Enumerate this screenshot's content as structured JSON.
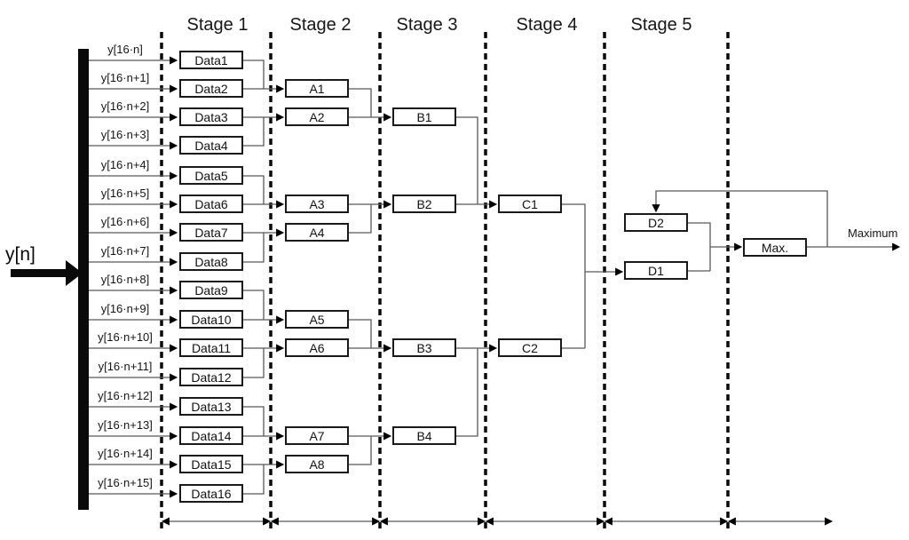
{
  "input_signal_label": "y[n]",
  "output_label": "Maximum",
  "max_label": "Max.",
  "stage_labels": [
    "Stage 1",
    "Stage 2",
    "Stage 3",
    "Stage 4",
    "Stage 5"
  ],
  "input_labels": [
    "y[16·n]",
    "y[16·n+1]",
    "y[16·n+2]",
    "y[16·n+3]",
    "y[16·n+4]",
    "y[16·n+5]",
    "y[16·n+6]",
    "y[16·n+7]",
    "y[16·n+8]",
    "y[16·n+9]",
    "y[16·n+10]",
    "y[16·n+11]",
    "y[16·n+12]",
    "y[16·n+13]",
    "y[16·n+14]",
    "y[16·n+15]"
  ],
  "data_labels": [
    "Data1",
    "Data2",
    "Data3",
    "Data4",
    "Data5",
    "Data6",
    "Data7",
    "Data8",
    "Data9",
    "Data10",
    "Data11",
    "Data12",
    "Data13",
    "Data14",
    "Data15",
    "Data16"
  ],
  "a_labels": [
    "A1",
    "A2",
    "A3",
    "A4",
    "A5",
    "A6",
    "A7",
    "A8"
  ],
  "b_labels": [
    "B1",
    "B2",
    "B3",
    "B4"
  ],
  "c_labels": [
    "C1",
    "C2"
  ],
  "d_labels": [
    "D2",
    "D1"
  ],
  "colors": {
    "line": "#595959",
    "ink": "#0a0a0a",
    "box_border": "#1a1a1a",
    "box_fill": "#ffffff"
  }
}
